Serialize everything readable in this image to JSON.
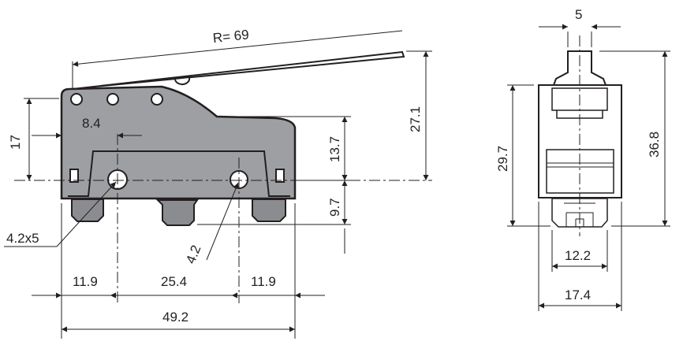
{
  "side_view": {
    "radius_label": "R= 69",
    "height_17": "17",
    "offset_8_4": "8.4",
    "height_27_1": "27.1",
    "height_13_7": "13.7",
    "depth_9_7": "9.7",
    "hole_slot": "4.2x5",
    "hole_dia": "4.2",
    "spacing_left": "11.9",
    "spacing_mid": "25.4",
    "spacing_right": "11.9",
    "total_width": "49.2"
  },
  "front_view": {
    "plunger_width": "5",
    "body_height": "29.7",
    "total_height": "36.8",
    "terminal_width": "12.2",
    "body_width": "17.4"
  }
}
